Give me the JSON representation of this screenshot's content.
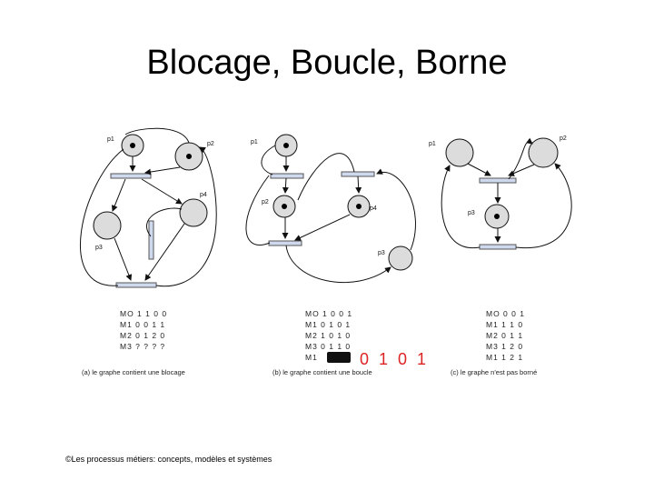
{
  "title": "Blocage, Boucle, Borne",
  "footer": "©Les processus métiers: concepts, modèles et systèmes",
  "colors": {
    "place_fill": "#dcdcdc",
    "transition_fill": "#cfd9ee",
    "annotation": "#dd2222"
  },
  "panels": [
    {
      "places": [
        "p1",
        "p2",
        "p4",
        "p3"
      ],
      "markings": [
        "MO 1 1 0 0",
        "M1 0 0 1 1",
        "M2 0 1 2 0",
        "M3 ? ? ? ?"
      ],
      "caption": "(a) le graphe contient une blocage"
    },
    {
      "places": [
        "p1",
        "p2",
        "p4",
        "p3"
      ],
      "markings": [
        "MO 1 0 0 1",
        "M1 0 1 0 1",
        "M2 1 0 1 0",
        "M3 0 1 1 0",
        "M1"
      ],
      "caption": "(b) le graphe contient une boucle"
    },
    {
      "places": [
        "p1",
        "p2",
        "p3"
      ],
      "markings": [
        "MO 0 0 1",
        "M1 1 1 0",
        "M2 0 1 1",
        "M3 1 2 0",
        "M1 1 2 1"
      ],
      "caption": "(c) le graphe n'est pas borné"
    }
  ],
  "annotation": "0 1 0 1"
}
